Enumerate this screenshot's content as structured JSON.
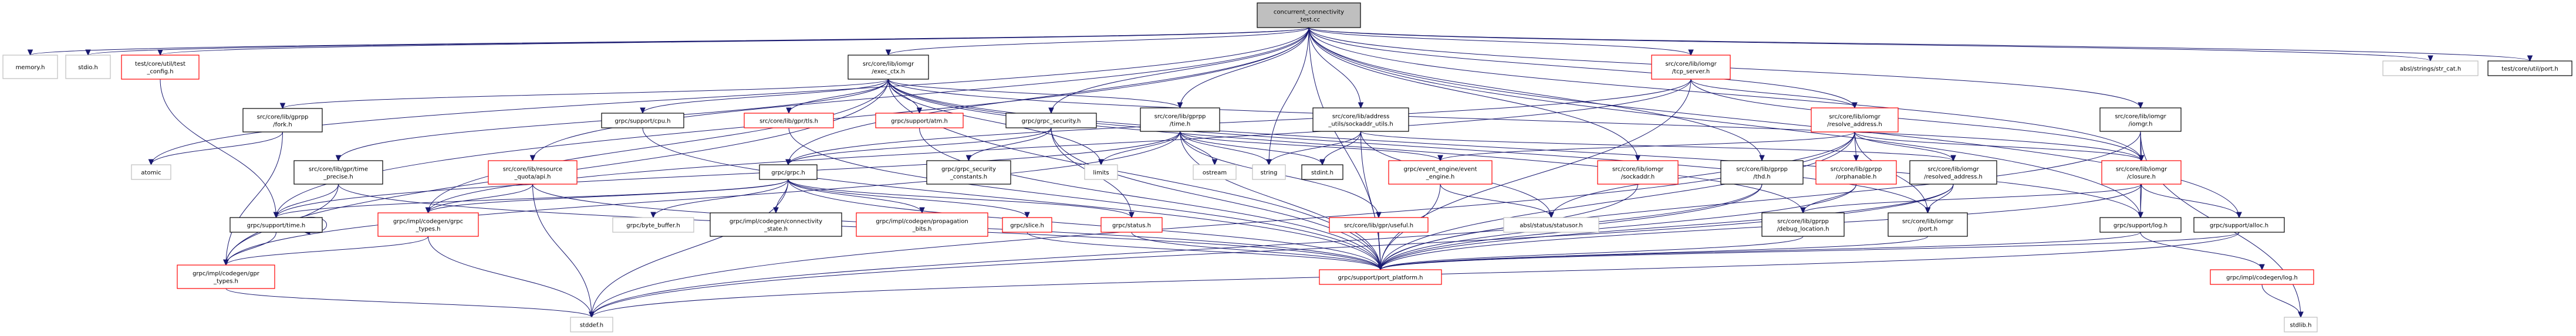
{
  "title": "concurrent_connectivity_test.cc include dependency graph",
  "legend": {
    "root_fill": "#bfbfbf",
    "documented_border": "#000000",
    "truncated_border": "#ff0000",
    "external_border": "#bfbfbf",
    "edge_color": "#191970"
  },
  "nodes": [
    {
      "id": "root",
      "label": [
        "concurrent_connectivity",
        "_test.cc"
      ],
      "kind": "root"
    },
    {
      "id": "memory_h",
      "label": [
        "memory.h"
      ],
      "kind": "external"
    },
    {
      "id": "stdio_h",
      "label": [
        "stdio.h"
      ],
      "kind": "external"
    },
    {
      "id": "test_config",
      "label": [
        "test/core/util/test",
        "_config.h"
      ],
      "kind": "truncated"
    },
    {
      "id": "exec_ctx",
      "label": [
        "src/core/lib/iomgr",
        "/exec_ctx.h"
      ],
      "kind": "normal"
    },
    {
      "id": "tcp_server",
      "label": [
        "src/core/lib/iomgr",
        "/tcp_server.h"
      ],
      "kind": "truncated"
    },
    {
      "id": "str_cat",
      "label": [
        "absl/strings/str_cat.h"
      ],
      "kind": "external"
    },
    {
      "id": "util_port",
      "label": [
        "test/core/util/port.h"
      ],
      "kind": "normal"
    },
    {
      "id": "fork_h",
      "label": [
        "src/core/lib/gprpp",
        "/fork.h"
      ],
      "kind": "normal"
    },
    {
      "id": "cpu_h",
      "label": [
        "grpc/support/cpu.h"
      ],
      "kind": "normal"
    },
    {
      "id": "tls_h",
      "label": [
        "src/core/lib/gpr/tls.h"
      ],
      "kind": "truncated"
    },
    {
      "id": "atm_h",
      "label": [
        "grpc/support/atm.h"
      ],
      "kind": "truncated"
    },
    {
      "id": "grpc_security",
      "label": [
        "grpc/grpc_security.h"
      ],
      "kind": "normal"
    },
    {
      "id": "gprpp_time",
      "label": [
        "src/core/lib/gprpp",
        "/time.h"
      ],
      "kind": "normal"
    },
    {
      "id": "sockaddr_utils",
      "label": [
        "src/core/lib/address",
        "_utils/sockaddr_utils.h"
      ],
      "kind": "normal"
    },
    {
      "id": "resolve_address",
      "label": [
        "src/core/lib/iomgr",
        "/resolve_address.h"
      ],
      "kind": "truncated"
    },
    {
      "id": "iomgr_h",
      "label": [
        "src/core/lib/iomgr",
        "/iomgr.h"
      ],
      "kind": "normal"
    },
    {
      "id": "atomic",
      "label": [
        "atomic"
      ],
      "kind": "external"
    },
    {
      "id": "time_precise",
      "label": [
        "src/core/lib/gpr/time",
        "_precise.h"
      ],
      "kind": "normal"
    },
    {
      "id": "resource_quota",
      "label": [
        "src/core/lib/resource",
        "_quota/api.h"
      ],
      "kind": "truncated"
    },
    {
      "id": "grpc_h",
      "label": [
        "grpc/grpc.h"
      ],
      "kind": "normal"
    },
    {
      "id": "sec_constants",
      "label": [
        "grpc/grpc_security",
        "_constants.h"
      ],
      "kind": "normal"
    },
    {
      "id": "limits",
      "label": [
        "limits"
      ],
      "kind": "external"
    },
    {
      "id": "ostream",
      "label": [
        "ostream"
      ],
      "kind": "external"
    },
    {
      "id": "string",
      "label": [
        "string"
      ],
      "kind": "external"
    },
    {
      "id": "stdint_h",
      "label": [
        "stdint.h"
      ],
      "kind": "normal"
    },
    {
      "id": "event_engine",
      "label": [
        "grpc/event_engine/event",
        "_engine.h"
      ],
      "kind": "truncated"
    },
    {
      "id": "iomgr_sockaddr",
      "label": [
        "src/core/lib/iomgr",
        "/sockaddr.h"
      ],
      "kind": "truncated"
    },
    {
      "id": "thd_h",
      "label": [
        "src/core/lib/gprpp",
        "/thd.h"
      ],
      "kind": "normal"
    },
    {
      "id": "orphanable",
      "label": [
        "src/core/lib/gprpp",
        "/orphanable.h"
      ],
      "kind": "truncated"
    },
    {
      "id": "resolved_address",
      "label": [
        "src/core/lib/iomgr",
        "/resolved_address.h"
      ],
      "kind": "normal"
    },
    {
      "id": "closure",
      "label": [
        "src/core/lib/iomgr",
        "/closure.h"
      ],
      "kind": "truncated"
    },
    {
      "id": "support_time",
      "label": [
        "grpc/support/time.h"
      ],
      "kind": "normal"
    },
    {
      "id": "grpc_types",
      "label": [
        "grpc/impl/codegen/grpc",
        "_types.h"
      ],
      "kind": "truncated"
    },
    {
      "id": "byte_buffer",
      "label": [
        "grpc/byte_buffer.h"
      ],
      "kind": "external"
    },
    {
      "id": "connectivity_state",
      "label": [
        "grpc/impl/codegen/connectivity",
        "_state.h"
      ],
      "kind": "normal"
    },
    {
      "id": "propagation_bits",
      "label": [
        "grpc/impl/codegen/propagation",
        "_bits.h"
      ],
      "kind": "truncated"
    },
    {
      "id": "slice_h",
      "label": [
        "grpc/slice.h"
      ],
      "kind": "truncated"
    },
    {
      "id": "status_h",
      "label": [
        "grpc/status.h"
      ],
      "kind": "truncated"
    },
    {
      "id": "useful_h",
      "label": [
        "src/core/lib/gpr/useful.h"
      ],
      "kind": "truncated"
    },
    {
      "id": "statusor",
      "label": [
        "absl/status/statusor.h"
      ],
      "kind": "external"
    },
    {
      "id": "debug_location",
      "label": [
        "src/core/lib/gprpp",
        "/debug_location.h"
      ],
      "kind": "normal"
    },
    {
      "id": "iomgr_port",
      "label": [
        "src/core/lib/iomgr",
        "/port.h"
      ],
      "kind": "normal"
    },
    {
      "id": "log_h",
      "label": [
        "grpc/support/log.h"
      ],
      "kind": "normal"
    },
    {
      "id": "alloc_h",
      "label": [
        "grpc/support/alloc.h"
      ],
      "kind": "normal"
    },
    {
      "id": "gpr_types",
      "label": [
        "grpc/impl/codegen/gpr",
        "_types.h"
      ],
      "kind": "truncated"
    },
    {
      "id": "port_platform",
      "label": [
        "grpc/support/port_platform.h"
      ],
      "kind": "truncated"
    },
    {
      "id": "codegen_log",
      "label": [
        "grpc/impl/codegen/log.h"
      ],
      "kind": "truncated"
    },
    {
      "id": "stddef_h",
      "label": [
        "stddef.h"
      ],
      "kind": "external"
    },
    {
      "id": "stdlib_h",
      "label": [
        "stdlib.h"
      ],
      "kind": "external"
    }
  ],
  "edges": [
    [
      "root",
      "memory_h"
    ],
    [
      "root",
      "stdio_h"
    ],
    [
      "root",
      "test_config"
    ],
    [
      "root",
      "exec_ctx"
    ],
    [
      "root",
      "tcp_server"
    ],
    [
      "root",
      "str_cat"
    ],
    [
      "root",
      "util_port"
    ],
    [
      "root",
      "grpc_security"
    ],
    [
      "root",
      "gprpp_time"
    ],
    [
      "root",
      "sockaddr_utils"
    ],
    [
      "root",
      "resolve_address"
    ],
    [
      "root",
      "iomgr_h"
    ],
    [
      "root",
      "atomic"
    ],
    [
      "root",
      "resource_quota"
    ],
    [
      "root",
      "grpc_h"
    ],
    [
      "root",
      "string"
    ],
    [
      "root",
      "iomgr_sockaddr"
    ],
    [
      "root",
      "thd_h"
    ],
    [
      "root",
      "closure"
    ],
    [
      "root",
      "log_h"
    ],
    [
      "root",
      "alloc_h"
    ],
    [
      "root",
      "port_platform"
    ],
    [
      "root",
      "support_time"
    ],
    [
      "test_config",
      "support_time"
    ],
    [
      "exec_ctx",
      "fork_h"
    ],
    [
      "exec_ctx",
      "cpu_h"
    ],
    [
      "exec_ctx",
      "tls_h"
    ],
    [
      "exec_ctx",
      "atm_h"
    ],
    [
      "exec_ctx",
      "gprpp_time"
    ],
    [
      "exec_ctx",
      "limits"
    ],
    [
      "exec_ctx",
      "time_precise"
    ],
    [
      "exec_ctx",
      "grpc_types"
    ],
    [
      "exec_ctx",
      "debug_location"
    ],
    [
      "exec_ctx",
      "closure"
    ],
    [
      "exec_ctx",
      "log_h"
    ],
    [
      "exec_ctx",
      "port_platform"
    ],
    [
      "exec_ctx",
      "gpr_types"
    ],
    [
      "exec_ctx",
      "iomgr_port"
    ],
    [
      "tcp_server",
      "resolve_address"
    ],
    [
      "tcp_server",
      "closure"
    ],
    [
      "tcp_server",
      "grpc_h"
    ],
    [
      "tcp_server",
      "port_platform"
    ],
    [
      "tcp_server",
      "grpc_types"
    ],
    [
      "fork_h",
      "atomic"
    ],
    [
      "fork_h",
      "gpr_types"
    ],
    [
      "cpu_h",
      "port_platform"
    ],
    [
      "tls_h",
      "port_platform"
    ],
    [
      "atm_h",
      "port_platform"
    ],
    [
      "grpc_security",
      "sec_constants"
    ],
    [
      "grpc_security",
      "grpc_h"
    ],
    [
      "grpc_security",
      "status_h"
    ],
    [
      "grpc_security",
      "port_platform"
    ],
    [
      "gprpp_time",
      "limits"
    ],
    [
      "gprpp_time",
      "ostream"
    ],
    [
      "gprpp_time",
      "string"
    ],
    [
      "gprpp_time",
      "stdint_h"
    ],
    [
      "gprpp_time",
      "event_engine"
    ],
    [
      "gprpp_time",
      "useful_h"
    ],
    [
      "gprpp_time",
      "support_time"
    ],
    [
      "gprpp_time",
      "port_platform"
    ],
    [
      "gprpp_time",
      "gpr_types"
    ],
    [
      "sockaddr_utils",
      "string"
    ],
    [
      "sockaddr_utils",
      "stdint_h"
    ],
    [
      "sockaddr_utils",
      "statusor"
    ],
    [
      "sockaddr_utils",
      "resolved_address"
    ],
    [
      "sockaddr_utils",
      "port_platform"
    ],
    [
      "resolve_address",
      "orphanable"
    ],
    [
      "resolve_address",
      "resolved_address"
    ],
    [
      "resolve_address",
      "event_engine"
    ],
    [
      "resolve_address",
      "statusor"
    ],
    [
      "resolve_address",
      "closure"
    ],
    [
      "resolve_address",
      "iomgr_port"
    ],
    [
      "resolve_address",
      "port_platform"
    ],
    [
      "resolve_address",
      "stddef_h"
    ],
    [
      "iomgr_h",
      "closure"
    ],
    [
      "iomgr_h",
      "log_h"
    ],
    [
      "iomgr_h",
      "stdlib_h"
    ],
    [
      "iomgr_h",
      "port_platform"
    ],
    [
      "time_precise",
      "support_time"
    ],
    [
      "time_precise",
      "gpr_types"
    ],
    [
      "time_precise",
      "port_platform"
    ],
    [
      "resource_quota",
      "grpc_types"
    ],
    [
      "resource_quota",
      "stddef_h"
    ],
    [
      "resource_quota",
      "port_platform"
    ],
    [
      "grpc_h",
      "byte_buffer"
    ],
    [
      "grpc_h",
      "connectivity_state"
    ],
    [
      "grpc_h",
      "propagation_bits"
    ],
    [
      "grpc_h",
      "slice_h"
    ],
    [
      "grpc_h",
      "status_h"
    ],
    [
      "grpc_h",
      "grpc_types"
    ],
    [
      "grpc_h",
      "support_time"
    ],
    [
      "grpc_h",
      "stddef_h"
    ],
    [
      "grpc_h",
      "port_platform"
    ],
    [
      "event_engine",
      "statusor"
    ],
    [
      "event_engine",
      "port_platform"
    ],
    [
      "iomgr_sockaddr",
      "port_platform"
    ],
    [
      "thd_h",
      "port_platform"
    ],
    [
      "thd_h",
      "stddef_h"
    ],
    [
      "orphanable",
      "debug_location"
    ],
    [
      "orphanable",
      "port_platform"
    ],
    [
      "resolved_address",
      "iomgr_port"
    ],
    [
      "resolved_address",
      "port_platform"
    ],
    [
      "resolved_address",
      "stddef_h"
    ],
    [
      "closure",
      "log_h"
    ],
    [
      "closure",
      "alloc_h"
    ],
    [
      "closure",
      "debug_location"
    ],
    [
      "closure",
      "port_platform"
    ],
    [
      "support_time",
      "gpr_types"
    ],
    [
      "support_time",
      "support_time"
    ],
    [
      "grpc_types",
      "gpr_types"
    ],
    [
      "grpc_types",
      "stddef_h"
    ],
    [
      "slice_h",
      "port_platform"
    ],
    [
      "status_h",
      "port_platform"
    ],
    [
      "useful_h",
      "port_platform"
    ],
    [
      "log_h",
      "codegen_log"
    ],
    [
      "log_h",
      "port_platform"
    ],
    [
      "alloc_h",
      "port_platform"
    ],
    [
      "alloc_h",
      "stddef_h"
    ],
    [
      "gpr_types",
      "stddef_h"
    ],
    [
      "codegen_log",
      "stdlib_h"
    ],
    [
      "iomgr_port",
      "port_platform"
    ],
    [
      "debug_location",
      "port_platform"
    ]
  ]
}
